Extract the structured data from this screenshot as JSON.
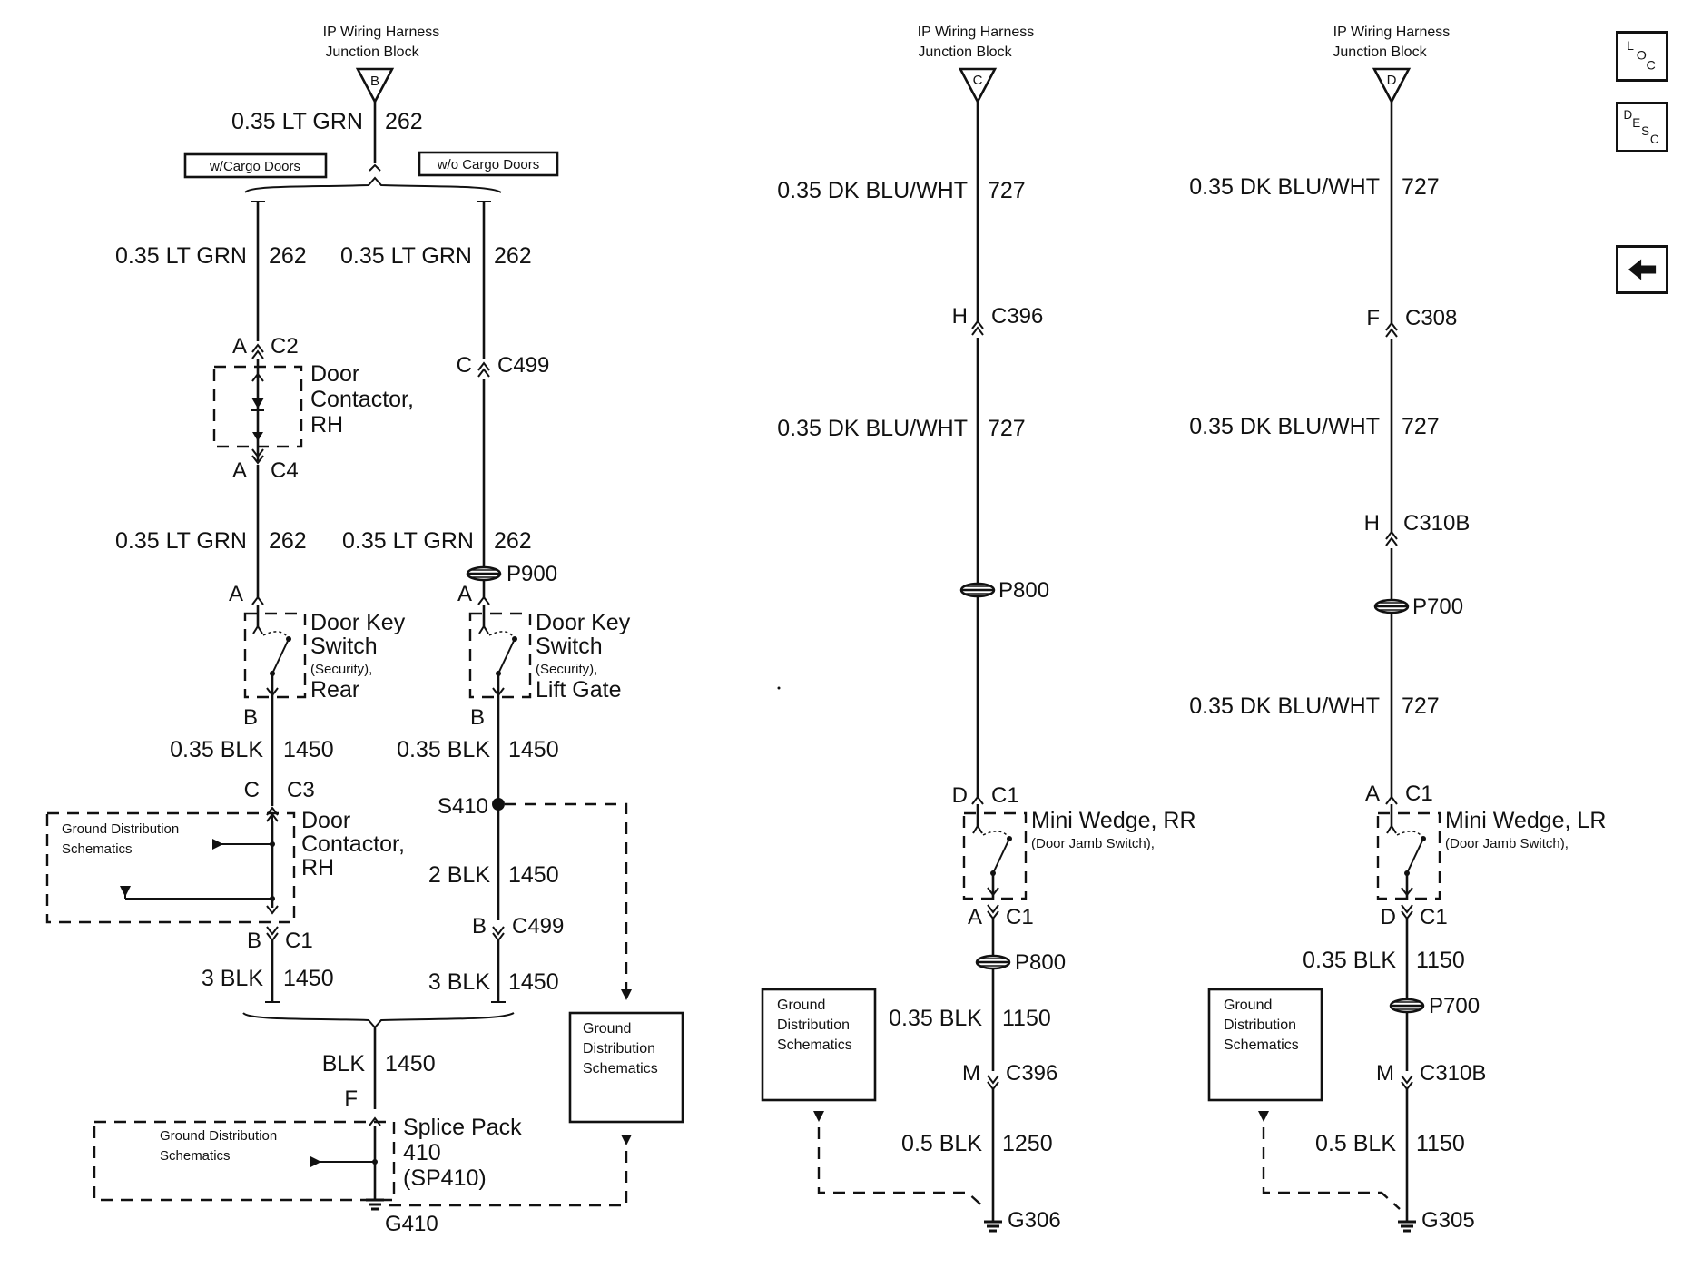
{
  "sources": {
    "b": {
      "title_line1": "IP Wiring Harness",
      "title_line2": "Junction Block",
      "letter": "B"
    },
    "c": {
      "title_line1": "IP Wiring Harness",
      "title_line2": "Junction Block",
      "letter": "C"
    },
    "d": {
      "title_line1": "IP Wiring Harness",
      "title_line2": "Junction Block",
      "letter": "D"
    }
  },
  "options": {
    "with_cargo": "w/Cargo Doors",
    "without_cargo": "w/o Cargo Doors"
  },
  "wires": {
    "lt_grn_035": "0.35 LT GRN",
    "dk_blu_wht_035": "0.35 DK BLU/WHT",
    "blk_035": "0.35 BLK",
    "blk_2": "2 BLK",
    "blk_3": "3 BLK",
    "blk": "BLK",
    "blk_05": "0.5 BLK"
  },
  "circuits": {
    "c262": "262",
    "c727": "727",
    "c1450": "1450",
    "c1150": "1150",
    "c1250": "1250"
  },
  "pins": {
    "a": "A",
    "b": "B",
    "c": "C",
    "d": "D",
    "f": "F",
    "h": "H",
    "m": "M"
  },
  "connectors": {
    "c2": "C2",
    "c4": "C4",
    "c499": "C499",
    "c3": "C3",
    "c1": "C1",
    "c396": "C396",
    "c308": "C308",
    "c310b": "C310B"
  },
  "passthroughs": {
    "p900": "P900",
    "p800": "P800",
    "p700": "P700"
  },
  "splice": {
    "s410": "S410"
  },
  "grounds": {
    "g410": "G410",
    "g306": "G306",
    "g305": "G305"
  },
  "components": {
    "door_contactor": {
      "line1": "Door",
      "line2": "Contactor,",
      "line3": "RH"
    },
    "key_switch_rear": {
      "line1": "Door Key",
      "line2": "Switch",
      "line3": "(Security),",
      "line4": "Rear"
    },
    "key_switch_lift": {
      "line1": "Door Key",
      "line2": "Switch",
      "line3": "(Security),",
      "line4": "Lift Gate"
    },
    "splice_pack": {
      "line1": "Splice Pack",
      "line2": "410",
      "line3": "(SP410)"
    },
    "mini_wedge_rr": {
      "line1": "Mini Wedge, RR",
      "line2": "(Door Jamb Switch),"
    },
    "mini_wedge_lr": {
      "line1": "Mini Wedge, LR",
      "line2": "(Door Jamb Switch),"
    }
  },
  "ground_ref": {
    "line1": "Ground",
    "line2": "Distribution",
    "line3": "Schematics"
  },
  "ground_ref_inline": {
    "line1": "Ground Distribution",
    "line2": "Schematics"
  },
  "nav": {
    "loc": {
      "l": "L",
      "o": "O",
      "c": "C"
    },
    "desc": {
      "d": "D",
      "e": "E",
      "s": "S",
      "c": "C"
    },
    "back_icon": "left-arrow-icon"
  }
}
